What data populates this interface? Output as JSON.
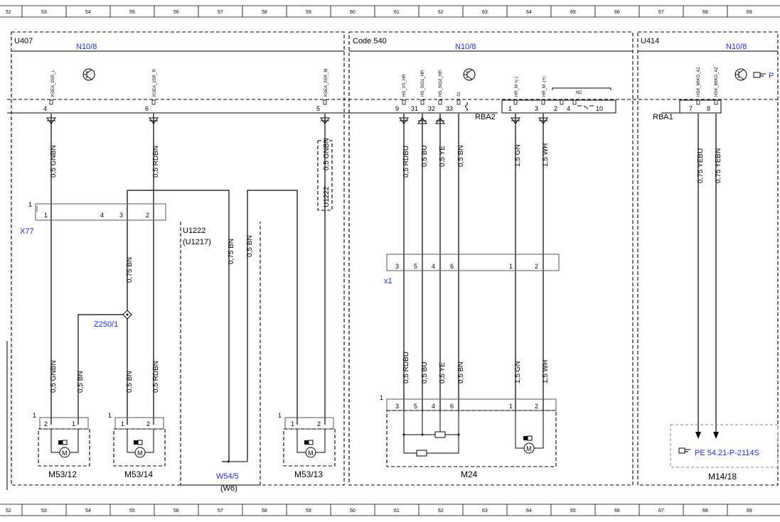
{
  "columns": [
    "52",
    "53",
    "54",
    "55",
    "56",
    "57",
    "58",
    "59",
    "60",
    "61",
    "62",
    "63",
    "64",
    "65",
    "66",
    "67",
    "68",
    "69"
  ],
  "sections": [
    {
      "title": "U407",
      "module": "N10/8"
    },
    {
      "title": "Code 540",
      "module": "N10/8"
    },
    {
      "title": "U414",
      "module": "N10/8"
    }
  ],
  "sidebar_truncated_ref": "P",
  "signals": [
    "KSEA_2SR_L",
    "KSEA_2SR_R",
    "KSEA_2SR_M",
    "HS_VS_HR",
    "HS_SIG1_HR",
    "HS_SIG2_HR",
    "31",
    "HR_M +(-)",
    "HR_M -(+)",
    "HSK_MIKO_A1",
    "HSK_MIKO_A2"
  ],
  "pins": [
    "4",
    "6",
    "5",
    "9",
    "31",
    "32",
    "33",
    "1",
    "3",
    "2",
    "4",
    "10",
    "7",
    "8"
  ],
  "nc_label": "NC",
  "connectors": {
    "rba2": "RBA2",
    "rba1": "RBA1",
    "x77": {
      "label": "X77",
      "num": "1",
      "pins": [
        "1",
        "4",
        "3",
        "2"
      ]
    },
    "x1": {
      "label": "x1",
      "pins": [
        "3",
        "5",
        "4",
        "6",
        "1",
        "2"
      ]
    },
    "z250": "Z250/1",
    "u1222_side": "U1222",
    "u1222": "U1222",
    "u1217": "(U1217)"
  },
  "wires": [
    "0,5 GNBN",
    "0,5 RDBN",
    "0,5 GNBN",
    "0,5 RDBU",
    "0,5 BU",
    "0,5 YE",
    "0,5 BN",
    "1,5 GN",
    "1,5 WH",
    "0,75 YEBU",
    "0,75 YEBN",
    "0,75 BN",
    "0,75 BN",
    "0,5 BN",
    "0,5 GNBN",
    "0,5 BN",
    "0,5 BN",
    "0,5 RDBN",
    "0,5 RDBU",
    "0,5 BU",
    "0,5 YE",
    "0,5 BN",
    "1,5 GN",
    "1,5 WH"
  ],
  "components": {
    "m53_12": {
      "label": "M53/12",
      "pins": [
        "2",
        "1"
      ],
      "num": "1"
    },
    "m53_14": {
      "label": "M53/14",
      "pins": [
        "1",
        "2"
      ],
      "num": "1"
    },
    "m53_13": {
      "label": "M53/13",
      "pins": [
        "1",
        "2"
      ],
      "num": "1"
    },
    "w54_5": "W54/5",
    "w6": "(W6)",
    "m24": {
      "label": "M24",
      "pins": [
        "3",
        "5",
        "4",
        "6",
        "1",
        "2"
      ],
      "num": "1"
    },
    "m14_18": {
      "label": "M14/18",
      "ref": "PE 54.21-P-2114S"
    }
  },
  "motor_symbol": "M",
  "ref_icon": "pointing-hand-icon"
}
